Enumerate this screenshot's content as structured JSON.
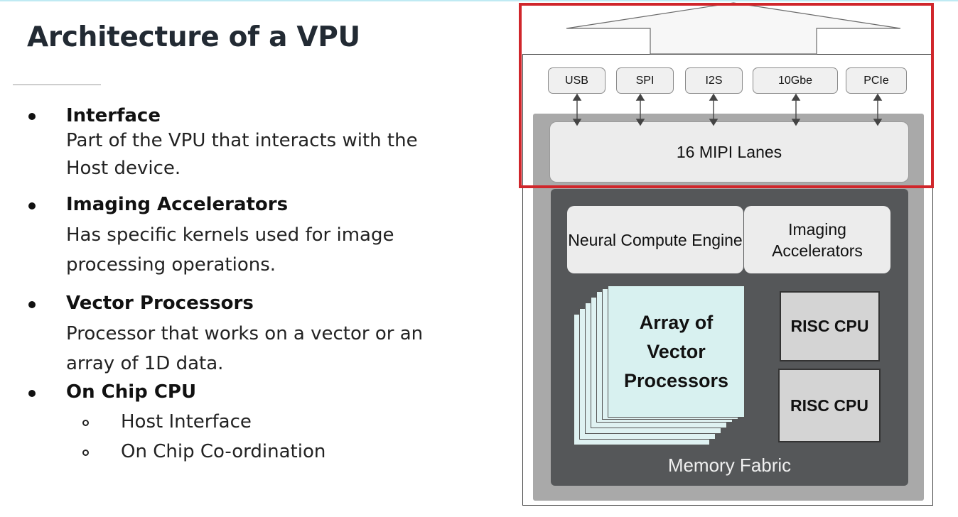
{
  "slide": {
    "title": "Architecture of a VPU",
    "bullets": [
      {
        "heading": "Interface",
        "description": "Part of the VPU that interacts with the Host device."
      },
      {
        "heading": "Imaging Accelerators",
        "description": "Has specific kernels used for image processing operations."
      },
      {
        "heading": "Vector Processors",
        "description": "Processor that works on a vector or an array of 1D data."
      },
      {
        "heading": "On Chip CPU",
        "subitems": [
          "Host Interface",
          "On Chip Co-ordination"
        ]
      }
    ]
  },
  "diagram": {
    "interfaces": [
      "USB",
      "SPI",
      "I2S",
      "10Gbe",
      "PCIe"
    ],
    "mipi_label": "16 MIPI Lanes",
    "neural_engine_label": "Neural Compute Engine",
    "imaging_accelerators_label": "Imaging Accelerators",
    "vector_array_label": "Array of Vector Processors",
    "risc_cpus": [
      "RISC CPU",
      "RISC CPU"
    ],
    "memory_fabric_label": "Memory Fabric",
    "highlight_color": "#d0262b",
    "core_color": "#555759",
    "vector_array_color": "#d8f1f0"
  }
}
